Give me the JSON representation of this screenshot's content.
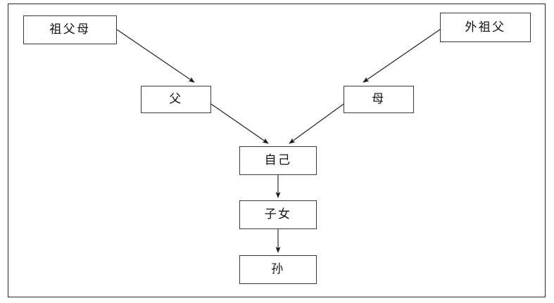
{
  "diagram": {
    "type": "family-tree-flowchart",
    "orientation": "top-down",
    "frame": {
      "border_color": "#2b2b2b"
    },
    "node_border_color": "#3a3a3a",
    "edge_color": "#1a1a1a",
    "background": "#ffffff",
    "nodes": [
      {
        "id": "grandparents",
        "label": "祖父母"
      },
      {
        "id": "maternal_grandfather",
        "label": "外祖父"
      },
      {
        "id": "father",
        "label": "父"
      },
      {
        "id": "mother",
        "label": "母"
      },
      {
        "id": "self",
        "label": "自己"
      },
      {
        "id": "children",
        "label": "子女"
      },
      {
        "id": "grandchild",
        "label": "孙"
      }
    ],
    "edges": [
      {
        "from": "grandparents",
        "to": "father",
        "style": "arrow"
      },
      {
        "from": "maternal_grandfather",
        "to": "mother",
        "style": "arrow"
      },
      {
        "from": "father",
        "to": "self",
        "style": "arrow"
      },
      {
        "from": "mother",
        "to": "self",
        "style": "arrow"
      },
      {
        "from": "self",
        "to": "children",
        "style": "arrow"
      },
      {
        "from": "children",
        "to": "grandchild",
        "style": "arrow"
      }
    ]
  }
}
